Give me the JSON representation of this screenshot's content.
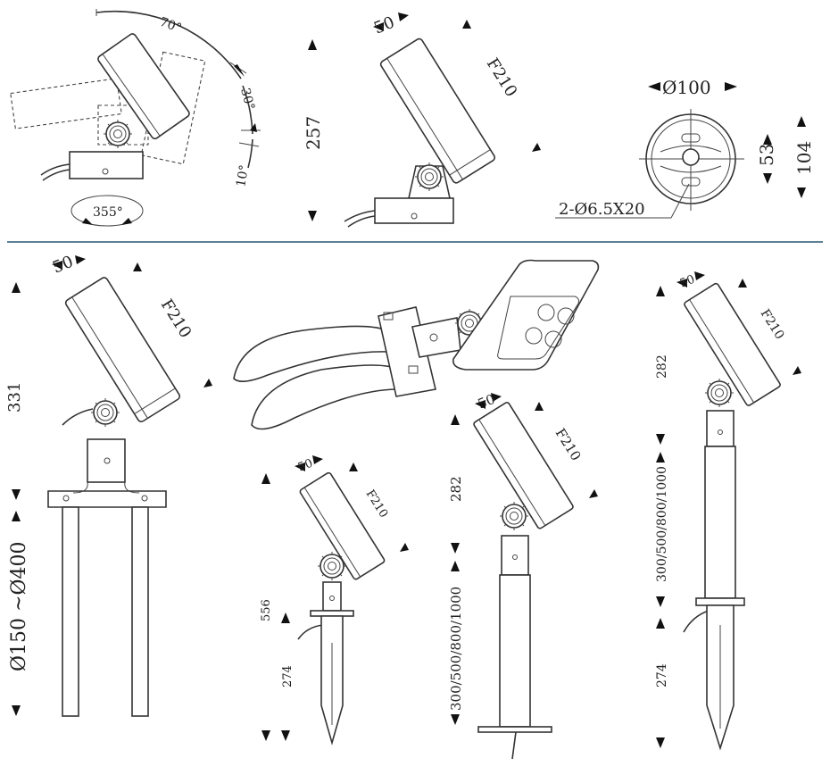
{
  "labels": {
    "angle_tilt": "70°",
    "angle_30": "30°",
    "angle_10": "10°",
    "rotation": "355°",
    "height_257": "257",
    "width_50": "50",
    "model": "F210",
    "diameter_100": "Ø100",
    "dim_53": "53",
    "dim_104": "104",
    "holes": "2-Ø6.5X20",
    "height_331": "331",
    "range_base": "Ø150 ~Ø400",
    "height_282": "282",
    "height_556": "556",
    "height_274": "274",
    "lengths": "300/500/800/1000"
  },
  "colors": {
    "separator": "#5f7f95",
    "line": "#333333"
  }
}
